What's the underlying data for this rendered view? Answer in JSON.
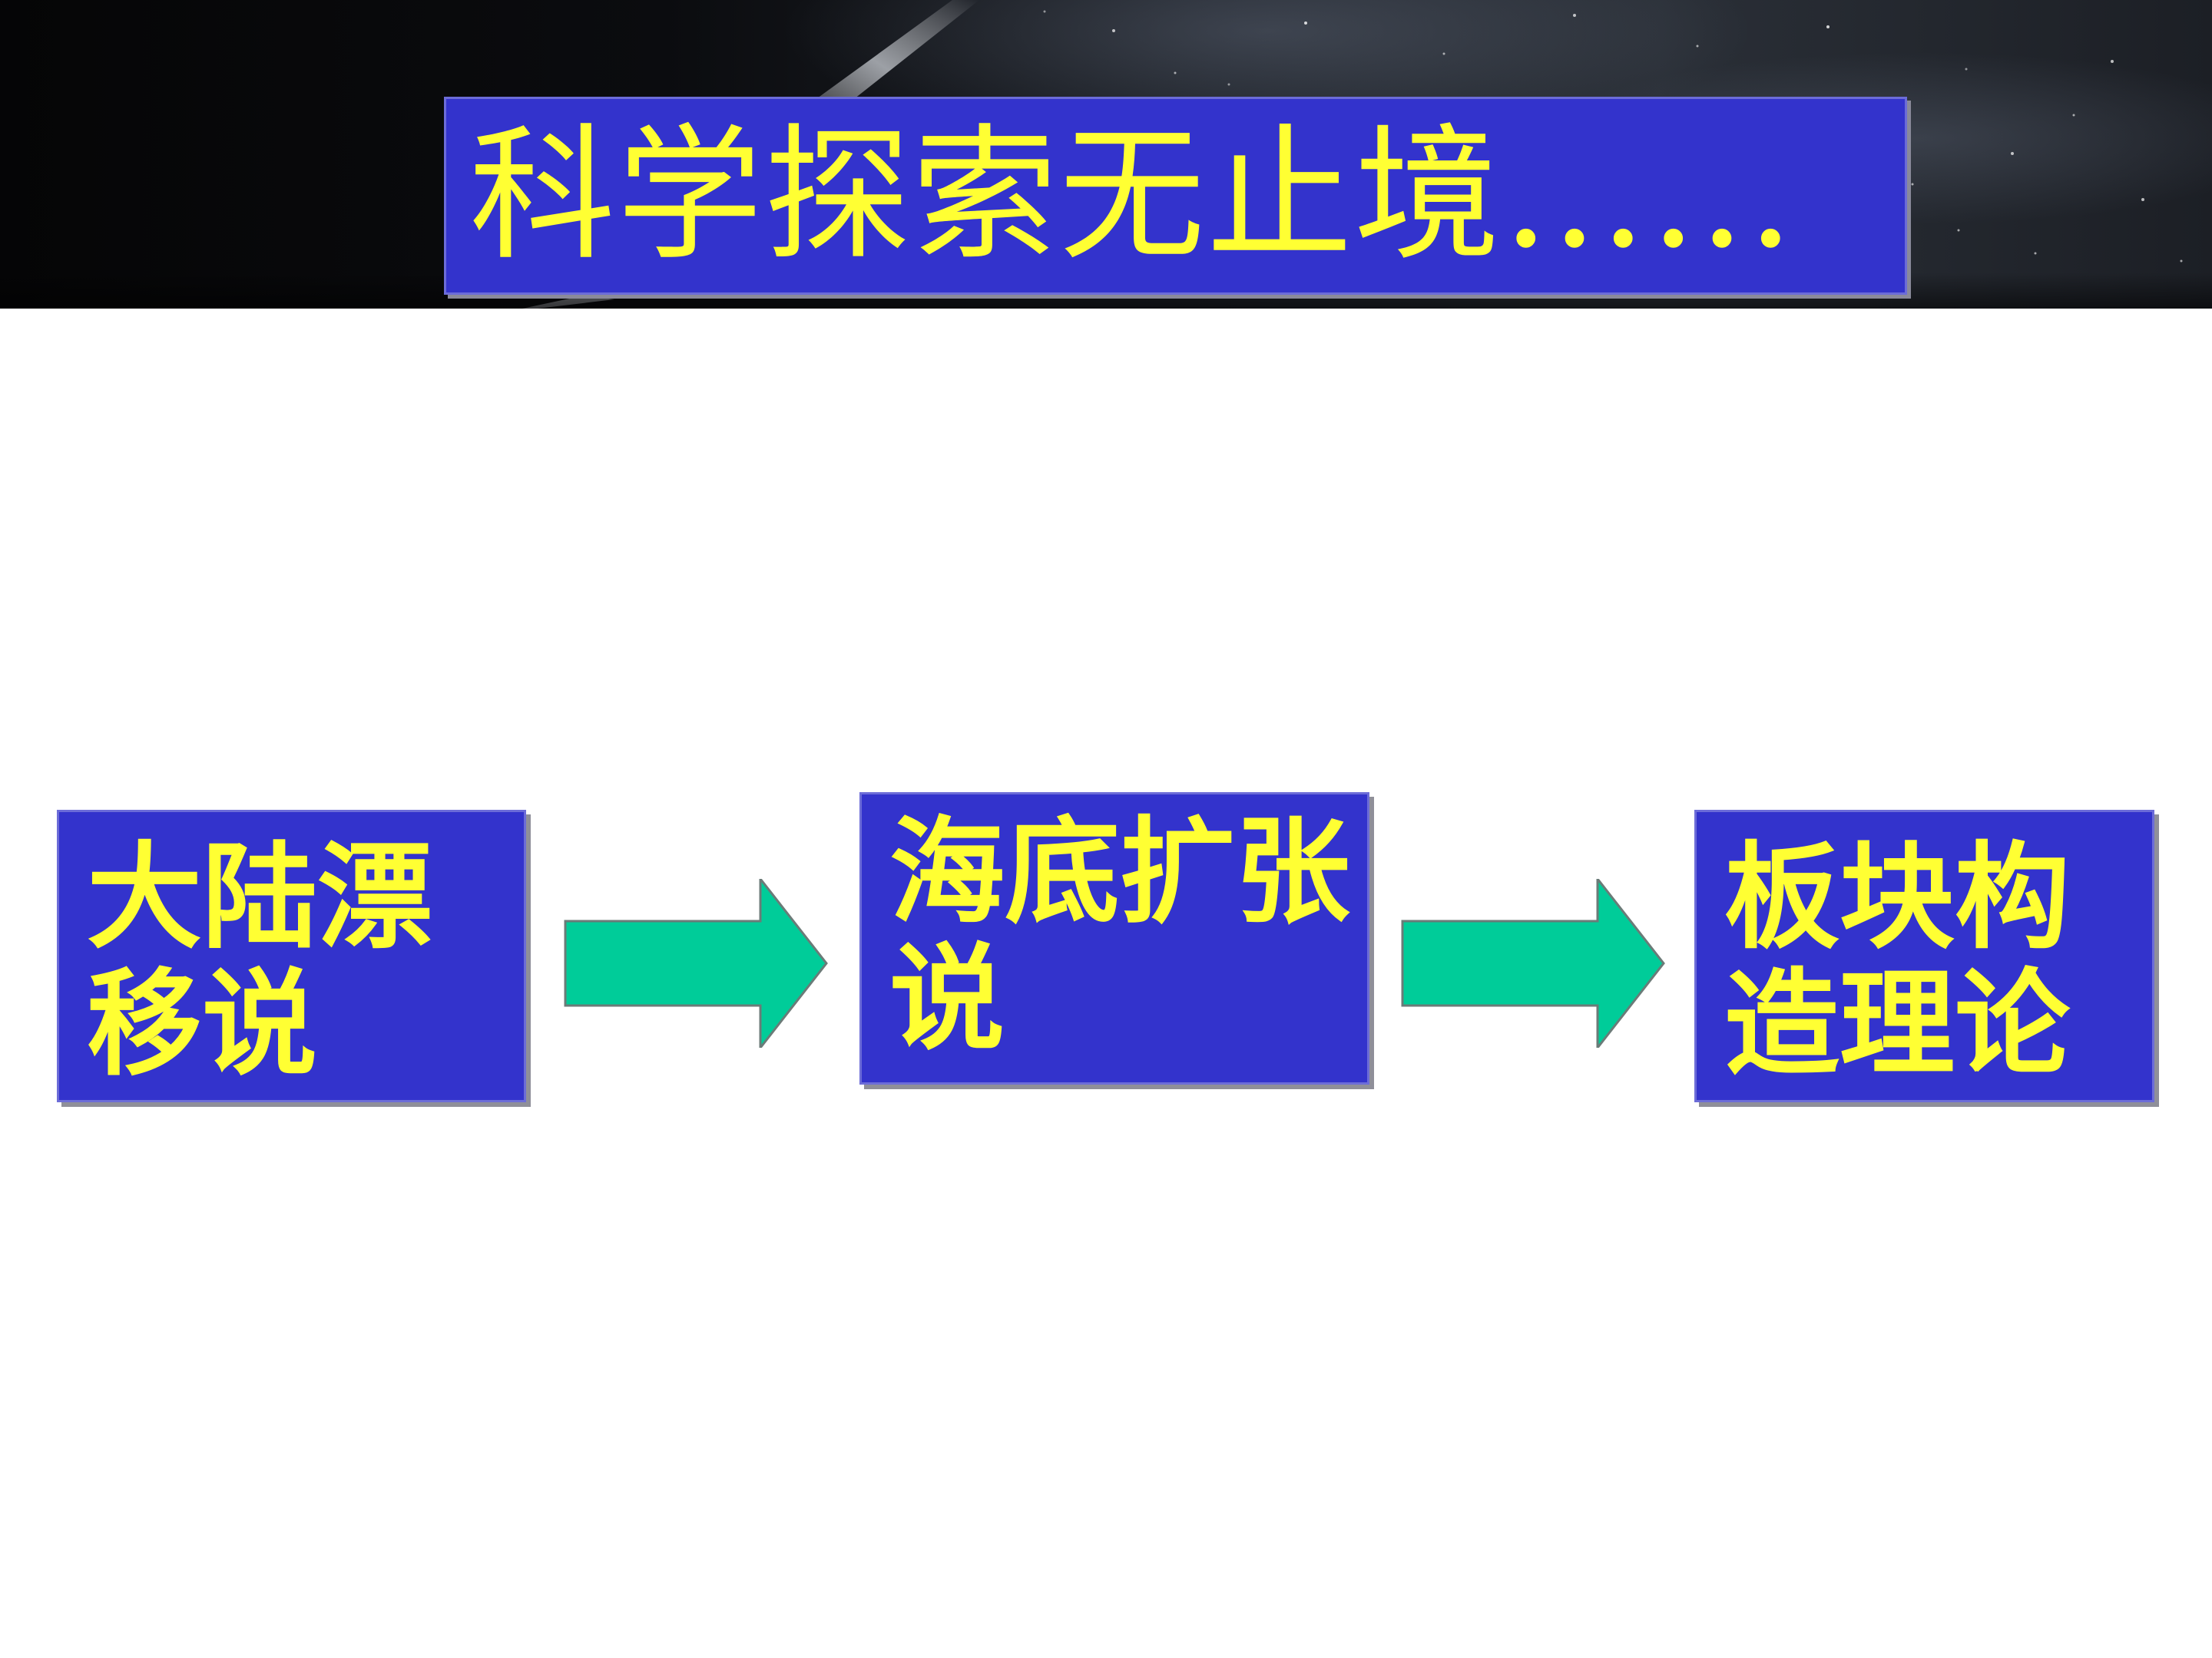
{
  "title": "科学探索无止境……",
  "concepts": [
    {
      "lines": [
        "大陆漂",
        "移说"
      ]
    },
    {
      "lines": [
        "海底扩张",
        "说"
      ]
    },
    {
      "lines": [
        "板块构",
        "造理论"
      ]
    }
  ],
  "colors": {
    "box_fill": "#3333cc",
    "box_text": "#ffff33",
    "arrow_fill": "#00cc99",
    "banner": "#0b0c0f",
    "background": "#ffffff"
  }
}
